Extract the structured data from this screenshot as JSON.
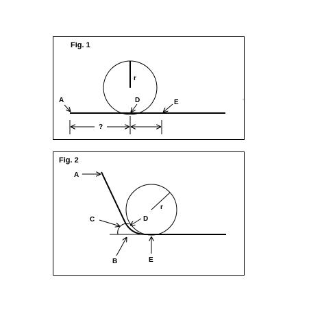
{
  "figures": [
    {
      "title": "Fig. 1",
      "labels": {
        "A": "A",
        "D": "D",
        "E": "E",
        "r": "r",
        "dimension": "?"
      }
    },
    {
      "title": "Fig. 2",
      "labels": {
        "A": "A",
        "B": "B",
        "C": "C",
        "D": "D",
        "E": "E",
        "r": "r"
      }
    }
  ],
  "colors": {
    "ink": "#000000",
    "background": "#ffffff"
  }
}
